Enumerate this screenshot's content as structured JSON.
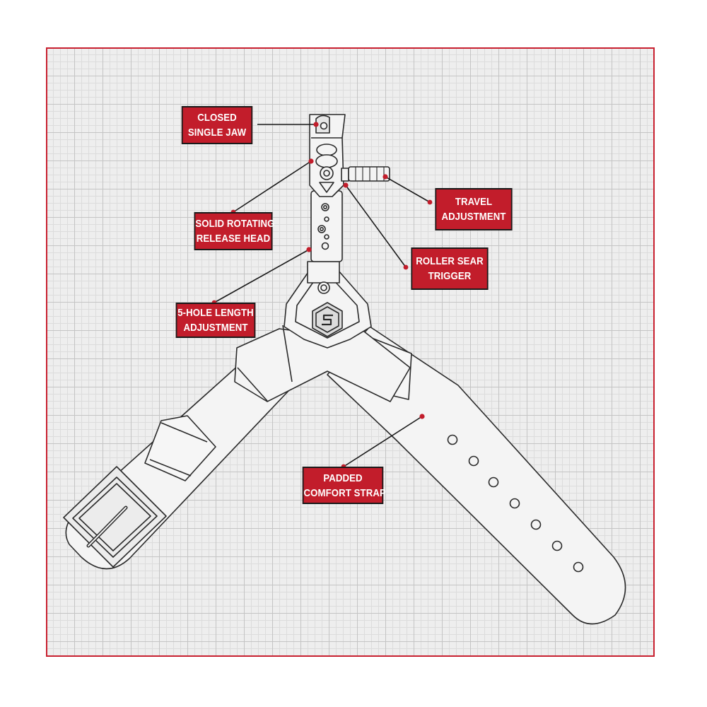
{
  "callouts": {
    "closed_single_jaw": {
      "line1": "CLOSED",
      "line2": "SINGLE JAW"
    },
    "solid_rotating_release_head": {
      "line1": "SOLID ROTATING",
      "line2": "RELEASE HEAD"
    },
    "five_hole_length_adjustment": {
      "line1": "5-HOLE LENGTH",
      "line2": "ADJUSTMENT"
    },
    "travel_adjustment": {
      "line1": "TRAVEL",
      "line2": "ADJUSTMENT"
    },
    "roller_sear_trigger": {
      "line1": "ROLLER SEAR",
      "line2": "TRIGGER"
    },
    "padded_comfort_strap": {
      "line1": "PADDED",
      "line2": "COMFORT STRAP"
    }
  },
  "colors": {
    "accent": "#c21d2b",
    "frame_border": "#c8202f",
    "grid_background": "#eeeeee",
    "line_art": "#2a2a2a"
  },
  "icons": [
    "brand-logo-icon",
    "buckle-icon"
  ]
}
